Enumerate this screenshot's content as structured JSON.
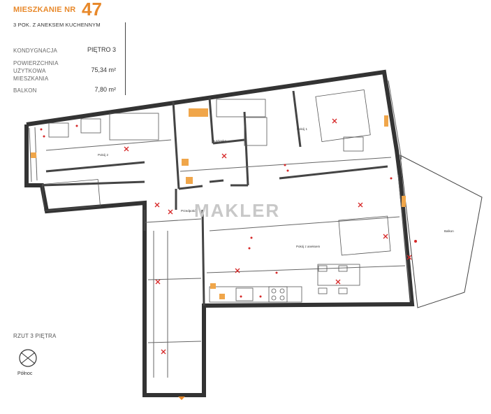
{
  "header": {
    "title_label": "MIESZKANIE NR",
    "title_number": "47",
    "subtitle": "3 POK. Z ANEKSEM KUCHENNYM"
  },
  "info": {
    "floor_label": "KONDYGNACJA",
    "floor_value": "PIĘTRO 3",
    "area_label_1": "POWIERZCHNIA",
    "area_label_2": "UŻYTKOWA",
    "area_label_3": "MIESZKANIA",
    "area_value": "75,34 m²",
    "balcony_label": "BALKON",
    "balcony_value": "7,80 m²"
  },
  "plan": {
    "rzut_label": "RZUT 3 PIĘTRA",
    "north_label": "Północ",
    "watermark": "MAKLER",
    "rooms": {
      "pokoj1": "Pokój 1",
      "pokoj2": "Pokój 2",
      "pokoj_aneks": "Pokój z aneksem",
      "lazienka": "Łazienka",
      "przedpokoj": "Przedpokój",
      "balkon": "Balkon"
    }
  },
  "colors": {
    "accent": "#e8892b",
    "wall": "#333333",
    "marker": "#d62828"
  }
}
